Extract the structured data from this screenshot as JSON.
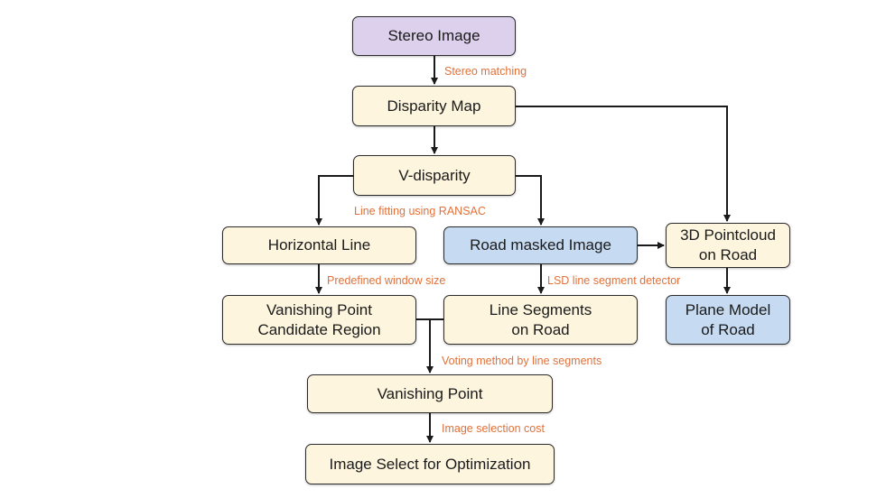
{
  "colors": {
    "purple": "#ddd0ec",
    "cream": "#fdf5de",
    "blue": "#c6daf1",
    "label": "#e0713a",
    "line": "#1a1a1a"
  },
  "nodes": {
    "stereo_image": "Stereo Image",
    "disparity_map": "Disparity Map",
    "v_disparity": "V-disparity",
    "horizontal_line": "Horizontal Line",
    "road_masked_image": "Road masked Image",
    "pointcloud_on_road": "3D Pointcloud\non Road",
    "vp_candidate_region": "Vanishing Point\nCandidate Region",
    "line_segments_on_road": "Line Segments\non Road",
    "plane_model_of_road": "Plane Model\nof Road",
    "vanishing_point": "Vanishing Point",
    "image_select": "Image Select for Optimization"
  },
  "labels": {
    "stereo_matching": "Stereo matching",
    "line_fitting": "Line fitting using RANSAC",
    "predefined_window": "Predefined window size",
    "lsd_detector": "LSD line segment detector",
    "voting_method": "Voting method by line segments",
    "image_selection_cost": "Image selection cost"
  }
}
